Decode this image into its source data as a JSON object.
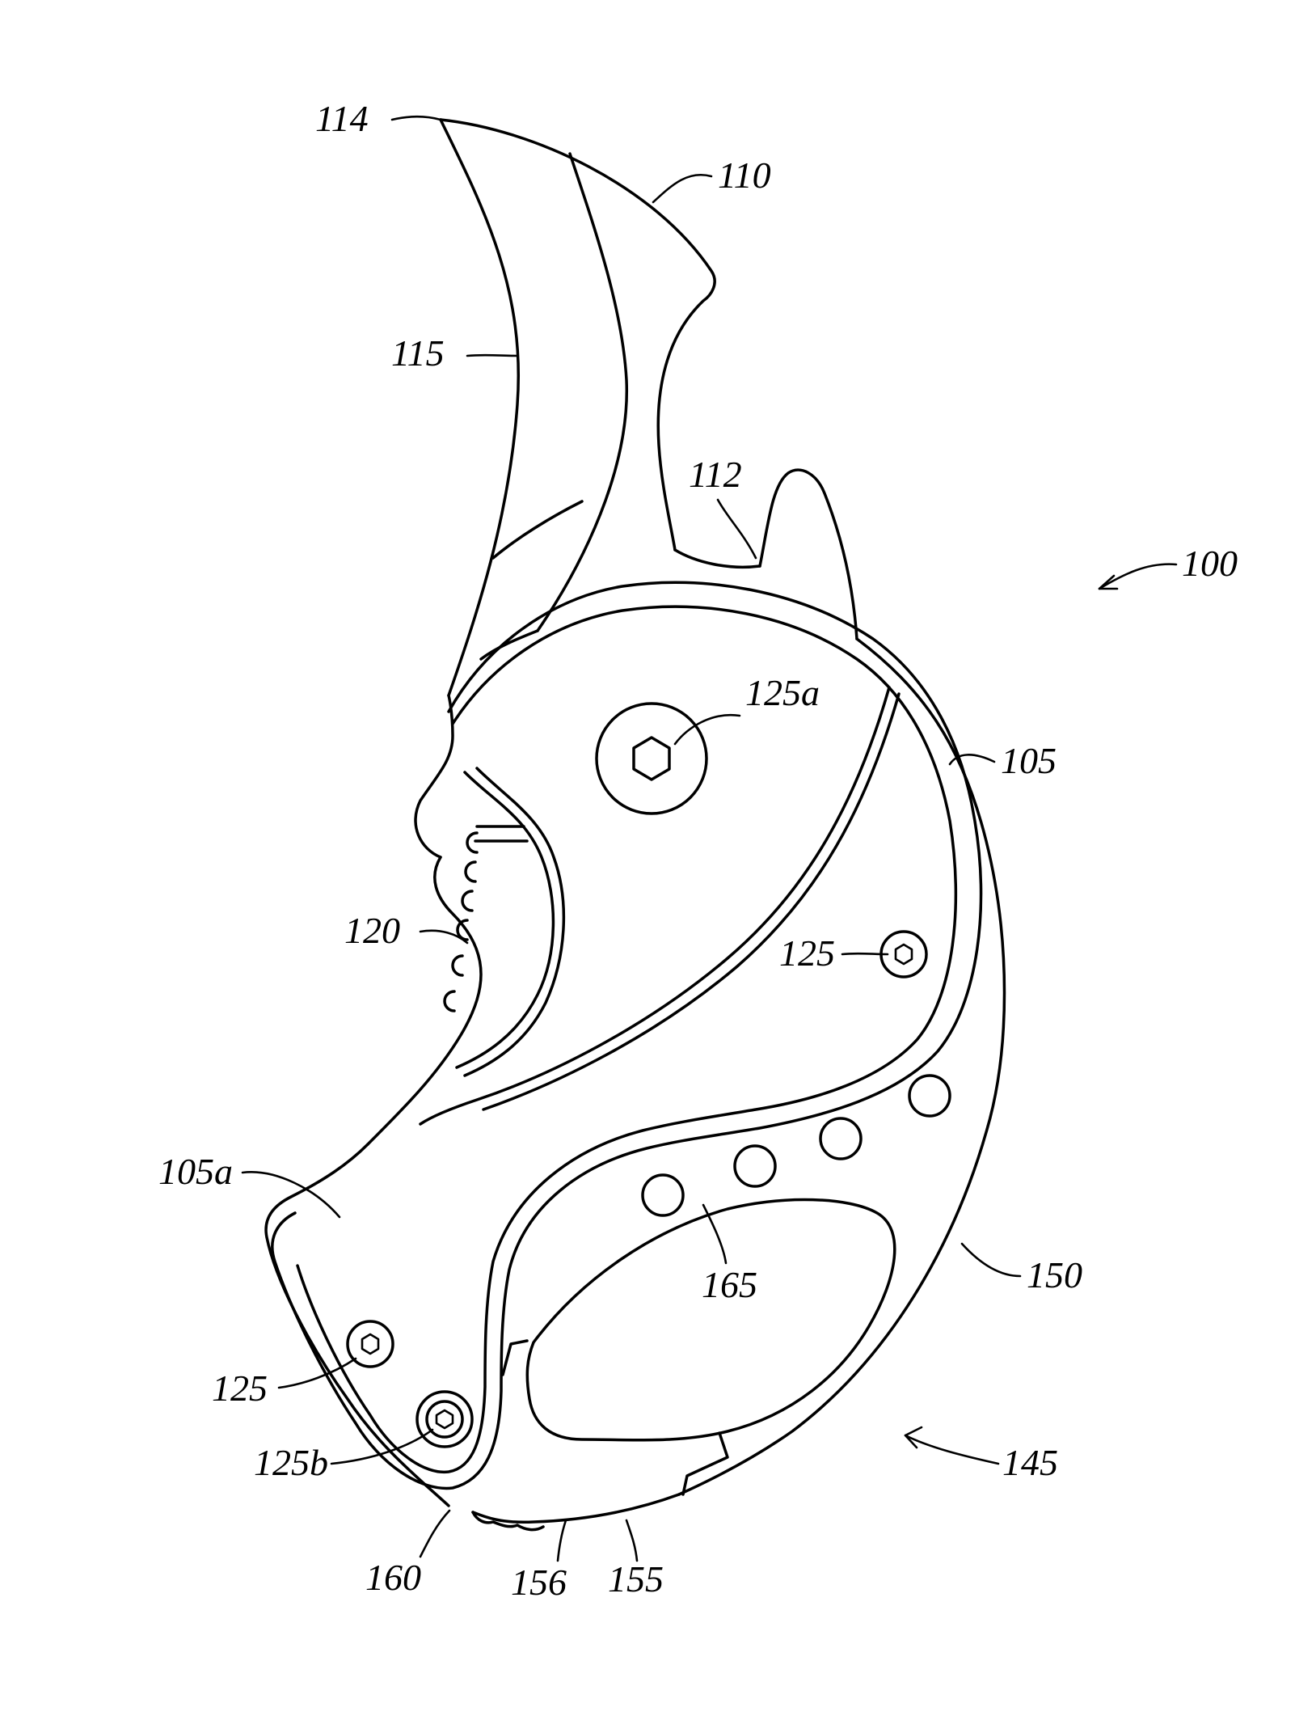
{
  "figure": {
    "reference_numerals": {
      "r114": "114",
      "r110": "110",
      "r115": "115",
      "r112": "112",
      "r100": "100",
      "r125a": "125a",
      "r105": "105",
      "r120": "120",
      "r125_right": "125",
      "r105a": "105a",
      "r165": "165",
      "r150": "150",
      "r125_left": "125",
      "r125b": "125b",
      "r145": "145",
      "r160": "160",
      "r156": "156",
      "r155": "155"
    }
  }
}
